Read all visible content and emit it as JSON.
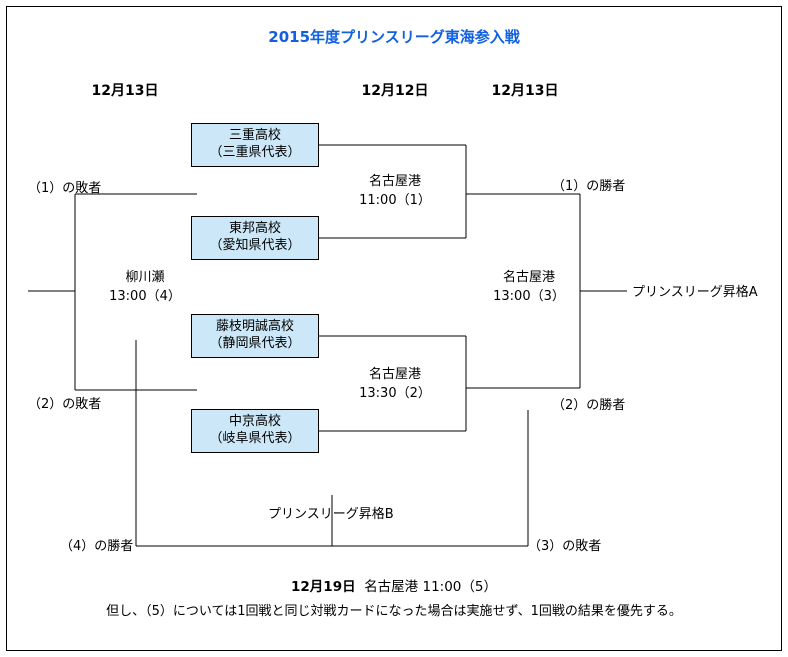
{
  "title": "2015年度プリンスリーグ東海参入戦",
  "accent_color": "#1160e0",
  "box_fill_color": "#cce7f7",
  "date_headers": [
    {
      "label": "12月13日"
    },
    {
      "label": "12月12日"
    },
    {
      "label": "12月13日"
    }
  ],
  "teams": [
    {
      "name": "三重高校",
      "region": "（三重県代表）"
    },
    {
      "name": "東邦高校",
      "region": "（愛知県代表）"
    },
    {
      "name": "藤枝明誠高校",
      "region": "（静岡県代表）"
    },
    {
      "name": "中京高校",
      "region": "（岐阜県代表）"
    }
  ],
  "matches": [
    {
      "venue": "名古屋港",
      "detail": "11:00（1）"
    },
    {
      "venue": "名古屋港",
      "detail": "13:30（2）"
    },
    {
      "venue": "名古屋港",
      "detail": "13:00（3）"
    },
    {
      "venue": "柳川瀬",
      "detail": "13:00（4）"
    }
  ],
  "side_labels": {
    "loser_1": "（1）の敗者",
    "loser_2": "（2）の敗者",
    "winner_1": "（1）の勝者",
    "winner_2": "（2）の勝者",
    "winner_4": "（4）の勝者",
    "loser_3": "（3）の敗者"
  },
  "promotion": {
    "a": "プリンスリーグ昇格A",
    "b": "プリンスリーグ昇格B"
  },
  "footer": {
    "date": "12月19日",
    "venue_time": "名古屋港 11:00（5）",
    "note": "但し、（5）については1回戦と同じ対戦カードになった場合は実施せず、1回戦の結果を優先する。"
  }
}
